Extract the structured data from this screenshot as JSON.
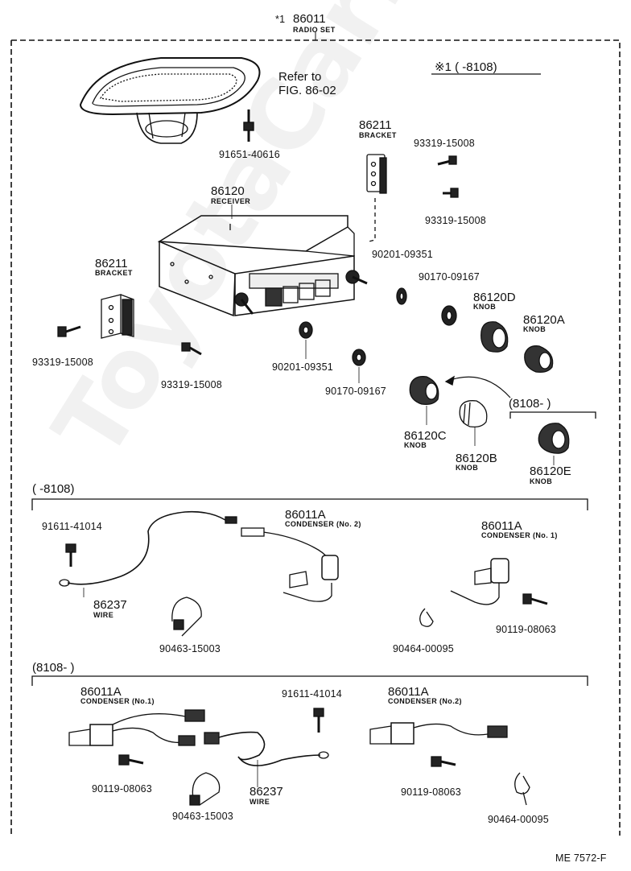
{
  "header": {
    "note_mark": "*1",
    "part_no": "86011",
    "name": "RADIO SET"
  },
  "note_box": {
    "text": "※1 (      -8108)"
  },
  "refer": {
    "line1": "Refer to",
    "line2": "FIG. 86-02"
  },
  "parts": {
    "screw_91651": "91651-40616",
    "bracket_r_no": "86211",
    "bracket_r_name": "BRACKET",
    "screw_93319_a": "93319-15008",
    "screw_93319_b": "93319-15008",
    "receiver_no": "86120",
    "receiver_name": "RECEIVER",
    "washer_90201_a": "90201-09351",
    "nut_90170_a": "90170-09167",
    "knob_d_no": "86120D",
    "knob_d_name": "KNOB",
    "knob_a_no": "86120A",
    "knob_a_name": "KNOB",
    "bracket_l_no": "86211",
    "bracket_l_name": "BRACKET",
    "screw_93319_c": "93319-15008",
    "screw_93319_d": "93319-15008",
    "washer_90201_b": "90201-09351",
    "nut_90170_b": "90170-09167",
    "knob_c_no": "86120C",
    "knob_c_name": "KNOB",
    "knob_b_no": "86120B",
    "knob_b_name": "KNOB",
    "range_knob_e": "(8108-        )",
    "knob_e_no": "86120E",
    "knob_e_name": "KNOB"
  },
  "section1": {
    "range": "(        -8108)",
    "bolt": "91611-41014",
    "wire_no": "86237",
    "wire_name": "WIRE",
    "clamp": "90463-15003",
    "cond2_no": "86011A",
    "cond2_name": "CONDENSER (No. 2)",
    "clip": "90464-00095",
    "cond1_no": "86011A",
    "cond1_name": "CONDENSER (No. 1)",
    "screw": "90119-08063"
  },
  "section2": {
    "range": "(8108-        )",
    "cond1_no": "86011A",
    "cond1_name": "CONDENSER (No.1)",
    "screw_a": "90119-08063",
    "clamp": "90463-15003",
    "bolt": "91611-41014",
    "wire_no": "86237",
    "wire_name": "WIRE",
    "cond2_no": "86011A",
    "cond2_name": "CONDENSER (No.2)",
    "screw_b": "90119-08063",
    "clip": "90464-00095"
  },
  "footer": {
    "code": "ME 7572-F"
  },
  "watermark": "ToyotaCarMine.ru"
}
